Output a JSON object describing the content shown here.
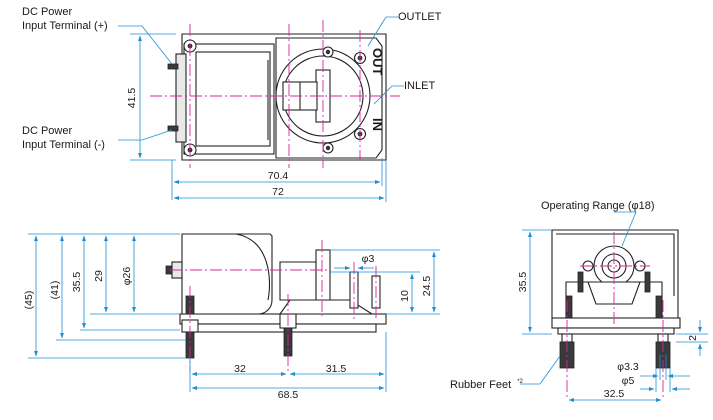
{
  "labels": {
    "dc_plus": [
      "DC Power",
      "Input Terminal (+)"
    ],
    "dc_minus": [
      "DC Power",
      "Input Terminal (-)"
    ],
    "outlet": "OUTLET",
    "inlet": "INLET",
    "port_out": "OUT",
    "port_in": "IN",
    "operating_range": "Operating Range (φ18)",
    "rubber_feet": "Rubber Feet",
    "rubber_feet_note": "*2"
  },
  "dimensions": {
    "top_height": "41.5",
    "top_width_inner": "70.4",
    "top_width_outer": "72",
    "side_h45": "(45)",
    "side_h41": "(41)",
    "side_h35_5": "35.5",
    "side_h29": "29",
    "side_dia26": "φ26",
    "side_port_dia": "φ3",
    "side_h10": "10",
    "side_h24_5": "24.5",
    "side_w32": "32",
    "side_w31_5": "31.5",
    "side_w68_5": "68.5",
    "front_h35_5": "35.5",
    "front_h2": "2",
    "front_dia3_3": "φ3.3",
    "front_dia5": "φ5",
    "front_w32_5": "32.5"
  }
}
